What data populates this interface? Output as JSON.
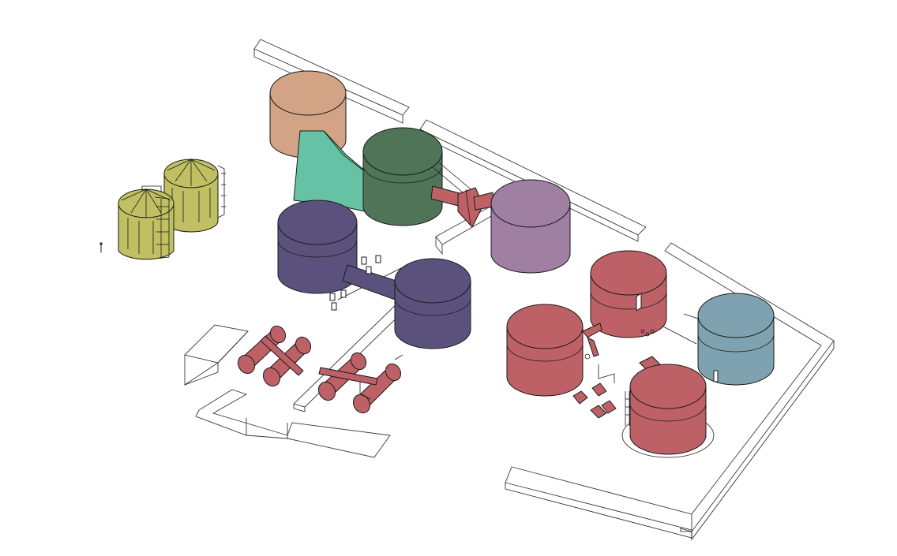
{
  "colors": {
    "peach": "#D2A385",
    "mint": "#66C2A5",
    "forest": "#4F7458",
    "indigo": "#5A527D",
    "mauve": "#9F7FA2",
    "brick": "#BE6166",
    "slate": "#7FA2B0",
    "olive": "#C0C063",
    "outline": "#1A1A1A",
    "wall": "#FFFFFF"
  },
  "elements": [
    {
      "kind": "tank",
      "label": "peach-tank",
      "color": "peach"
    },
    {
      "kind": "tank",
      "label": "forest-tank",
      "color": "forest"
    },
    {
      "kind": "tank",
      "label": "indigo-tank-large",
      "color": "indigo"
    },
    {
      "kind": "tank",
      "label": "indigo-tank-small",
      "color": "indigo"
    },
    {
      "kind": "tank",
      "label": "mauve-tank",
      "color": "mauve"
    },
    {
      "kind": "tank",
      "label": "brick-tank-north",
      "color": "brick"
    },
    {
      "kind": "tank",
      "label": "brick-tank-west",
      "color": "brick"
    },
    {
      "kind": "tank",
      "label": "brick-tank-south",
      "color": "brick"
    },
    {
      "kind": "tank",
      "label": "slate-tank",
      "color": "slate"
    },
    {
      "kind": "silo",
      "label": "olive-silo-front",
      "color": "olive"
    },
    {
      "kind": "silo",
      "label": "olive-silo-back",
      "color": "olive"
    },
    {
      "kind": "vessel",
      "label": "horizontal-vessel",
      "color": "brick"
    }
  ]
}
